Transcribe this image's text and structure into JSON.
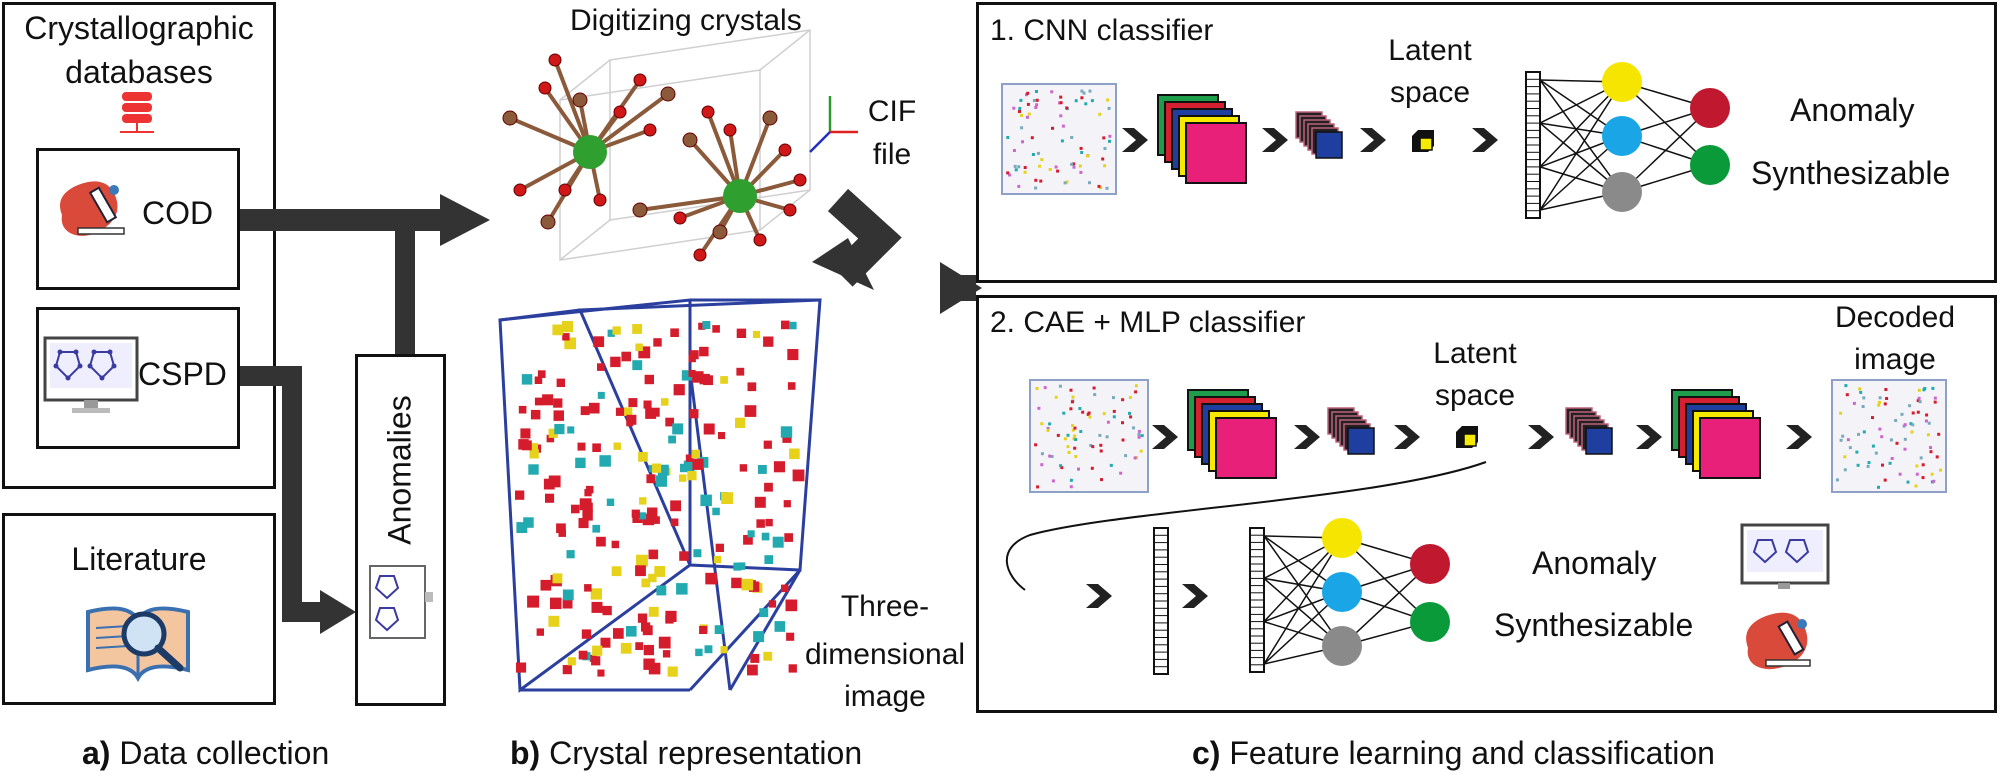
{
  "panel_a": {
    "header_line1": "Crystallographic",
    "header_line2": "databases",
    "cod_label": "COD",
    "cspd_label": "CSPD",
    "literature_label": "Literature",
    "anomalies_label": "Anomalies"
  },
  "panel_b": {
    "title": "Digitizing crystals",
    "cif_line1": "CIF",
    "cif_line2": "file",
    "three_d_line1": "Three-",
    "three_d_line2": "dimensional",
    "three_d_line3": "image"
  },
  "panel_c1": {
    "title": "1. CNN classifier",
    "latent_line1": "Latent",
    "latent_line2": "space",
    "anomaly": "Anomaly",
    "synthesizable": "Synthesizable"
  },
  "panel_c2": {
    "title": "2. CAE + MLP classifier",
    "latent_line1": "Latent",
    "latent_line2": "space",
    "decoded_line1": "Decoded",
    "decoded_line2": "image",
    "anomaly": "Anomaly",
    "synthesizable": "Synthesizable"
  },
  "captions": {
    "a_letter": "a)",
    "a_text": " Data collection",
    "b_letter": "b)",
    "b_text": " Crystal representation",
    "c_letter": "c)",
    "c_text": " Feature learning and classification"
  },
  "colors": {
    "arrow": "#333333",
    "node_yellow": "#f5e500",
    "node_blue": "#1aa6e6",
    "node_gray": "#8a8a8a",
    "out_red": "#c0182e",
    "out_green": "#0a9a3a",
    "fm_green": "#1e9e4a",
    "fm_red": "#d42030",
    "fm_blue": "#1e3fa0",
    "fm_yellow": "#f5ea00",
    "fm_pink": "#e8207a",
    "cube_edge": "#2b3f9e"
  }
}
